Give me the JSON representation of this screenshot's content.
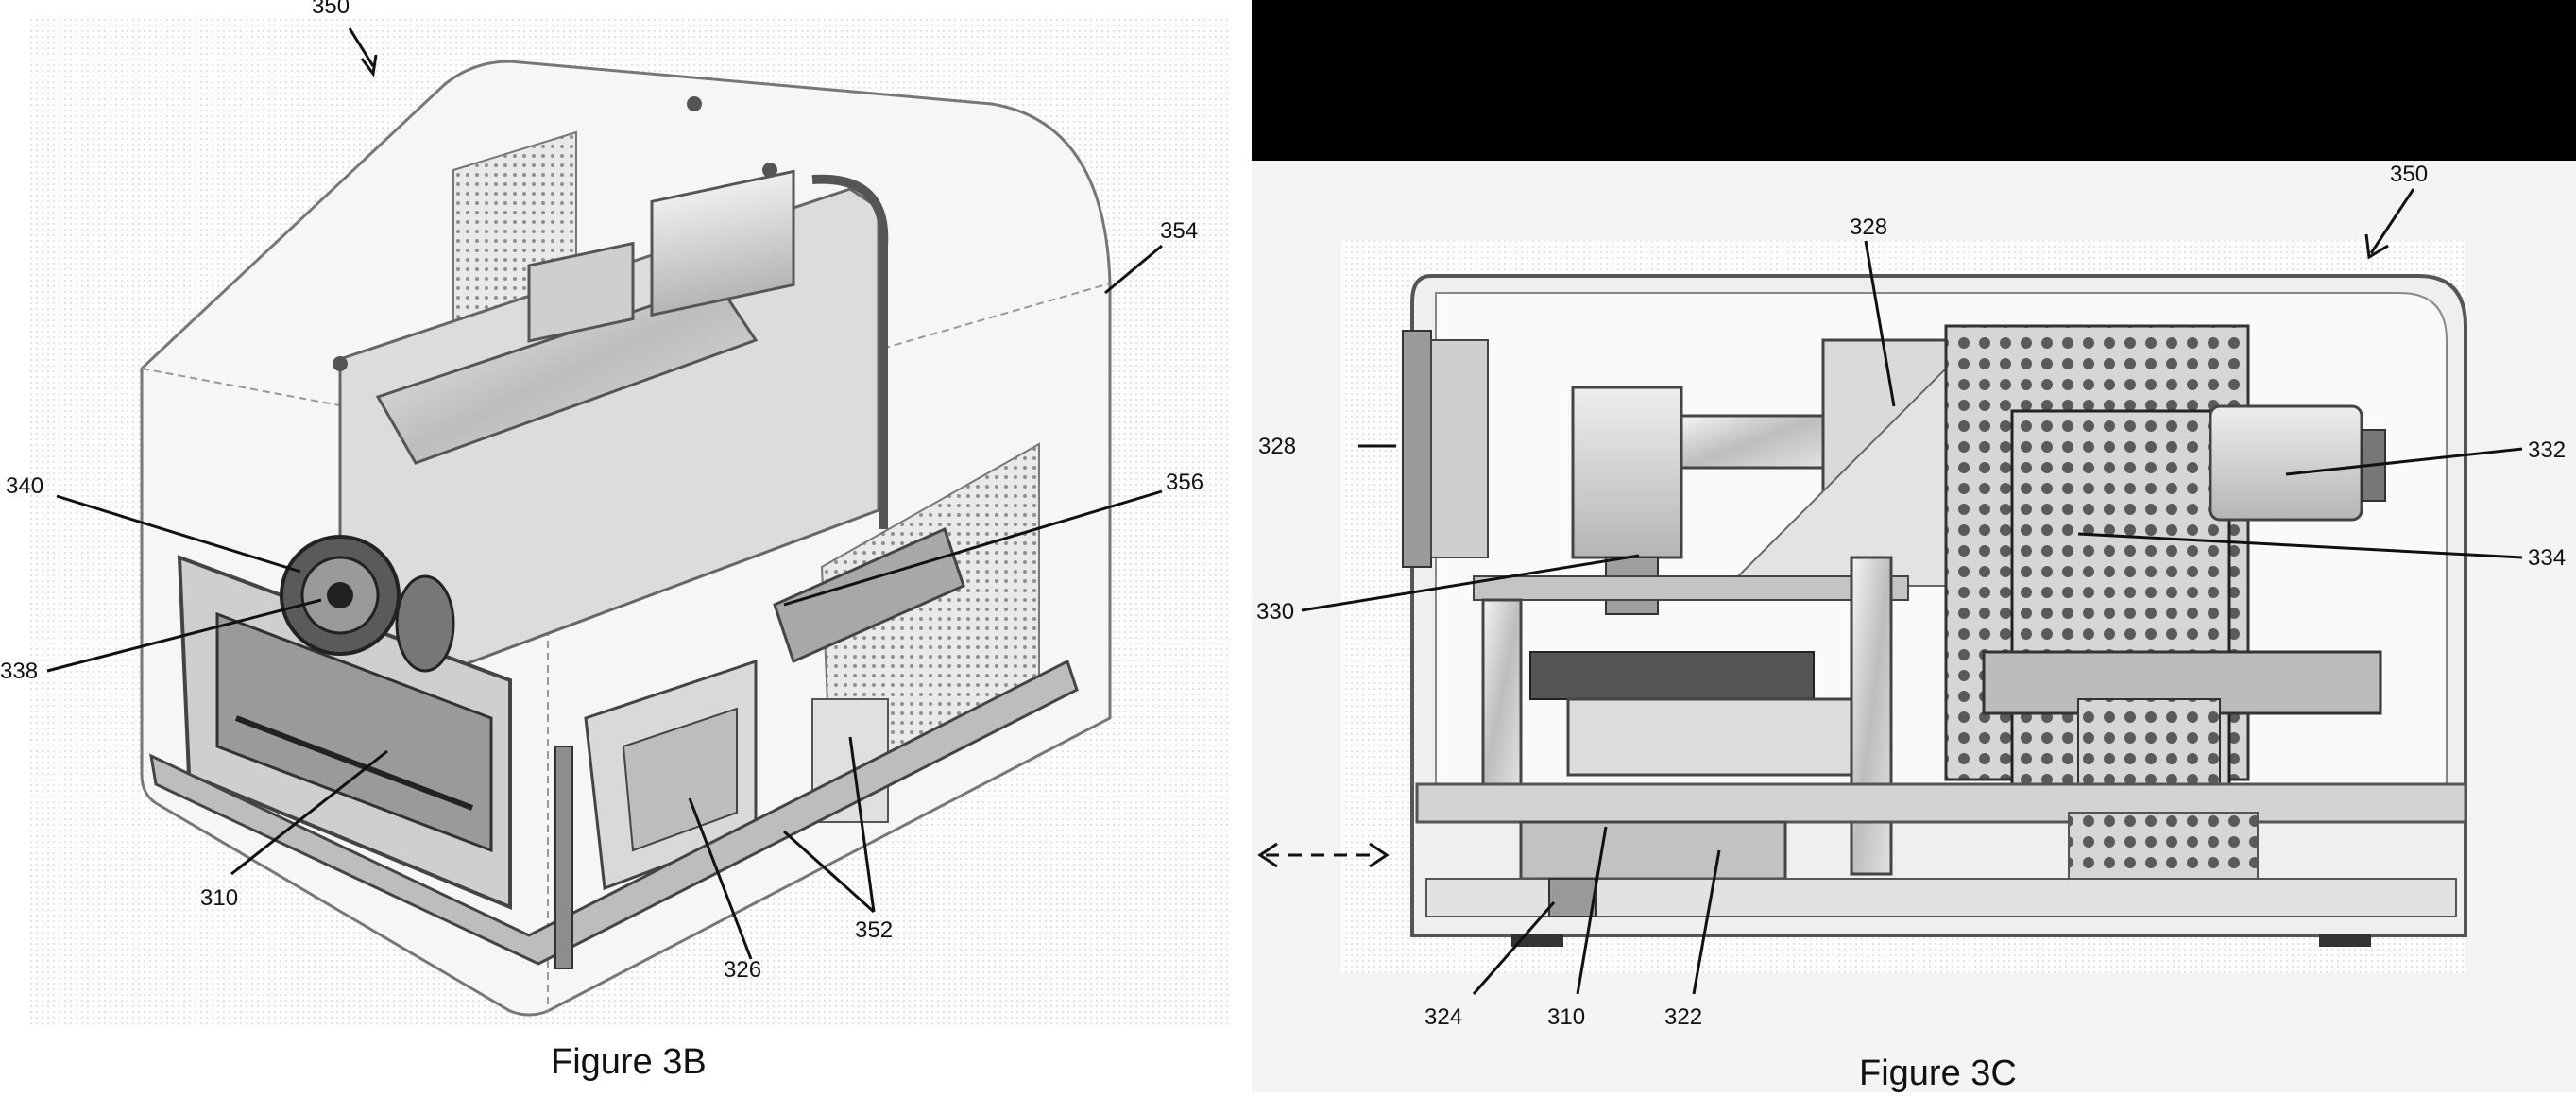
{
  "figure_b": {
    "caption": "Figure 3B",
    "labels": {
      "ref_350": "350",
      "ref_354": "354",
      "ref_340": "340",
      "ref_356": "356",
      "ref_338": "338",
      "ref_310": "310",
      "ref_326": "326",
      "ref_352": "352"
    }
  },
  "figure_c": {
    "caption": "Figure 3C",
    "labels": {
      "ref_350": "350",
      "ref_328_top": "328",
      "ref_328_left": "328",
      "ref_332": "332",
      "ref_334": "334",
      "ref_330": "330",
      "ref_324": "324",
      "ref_310": "310",
      "ref_322": "322"
    }
  },
  "colors": {
    "ink": "#111111",
    "line": "#555555",
    "fill_light": "#e6e6e6",
    "fill_mid": "#c8c8c8",
    "fill_dark": "#8a8a8a",
    "black_band": "#000000"
  }
}
